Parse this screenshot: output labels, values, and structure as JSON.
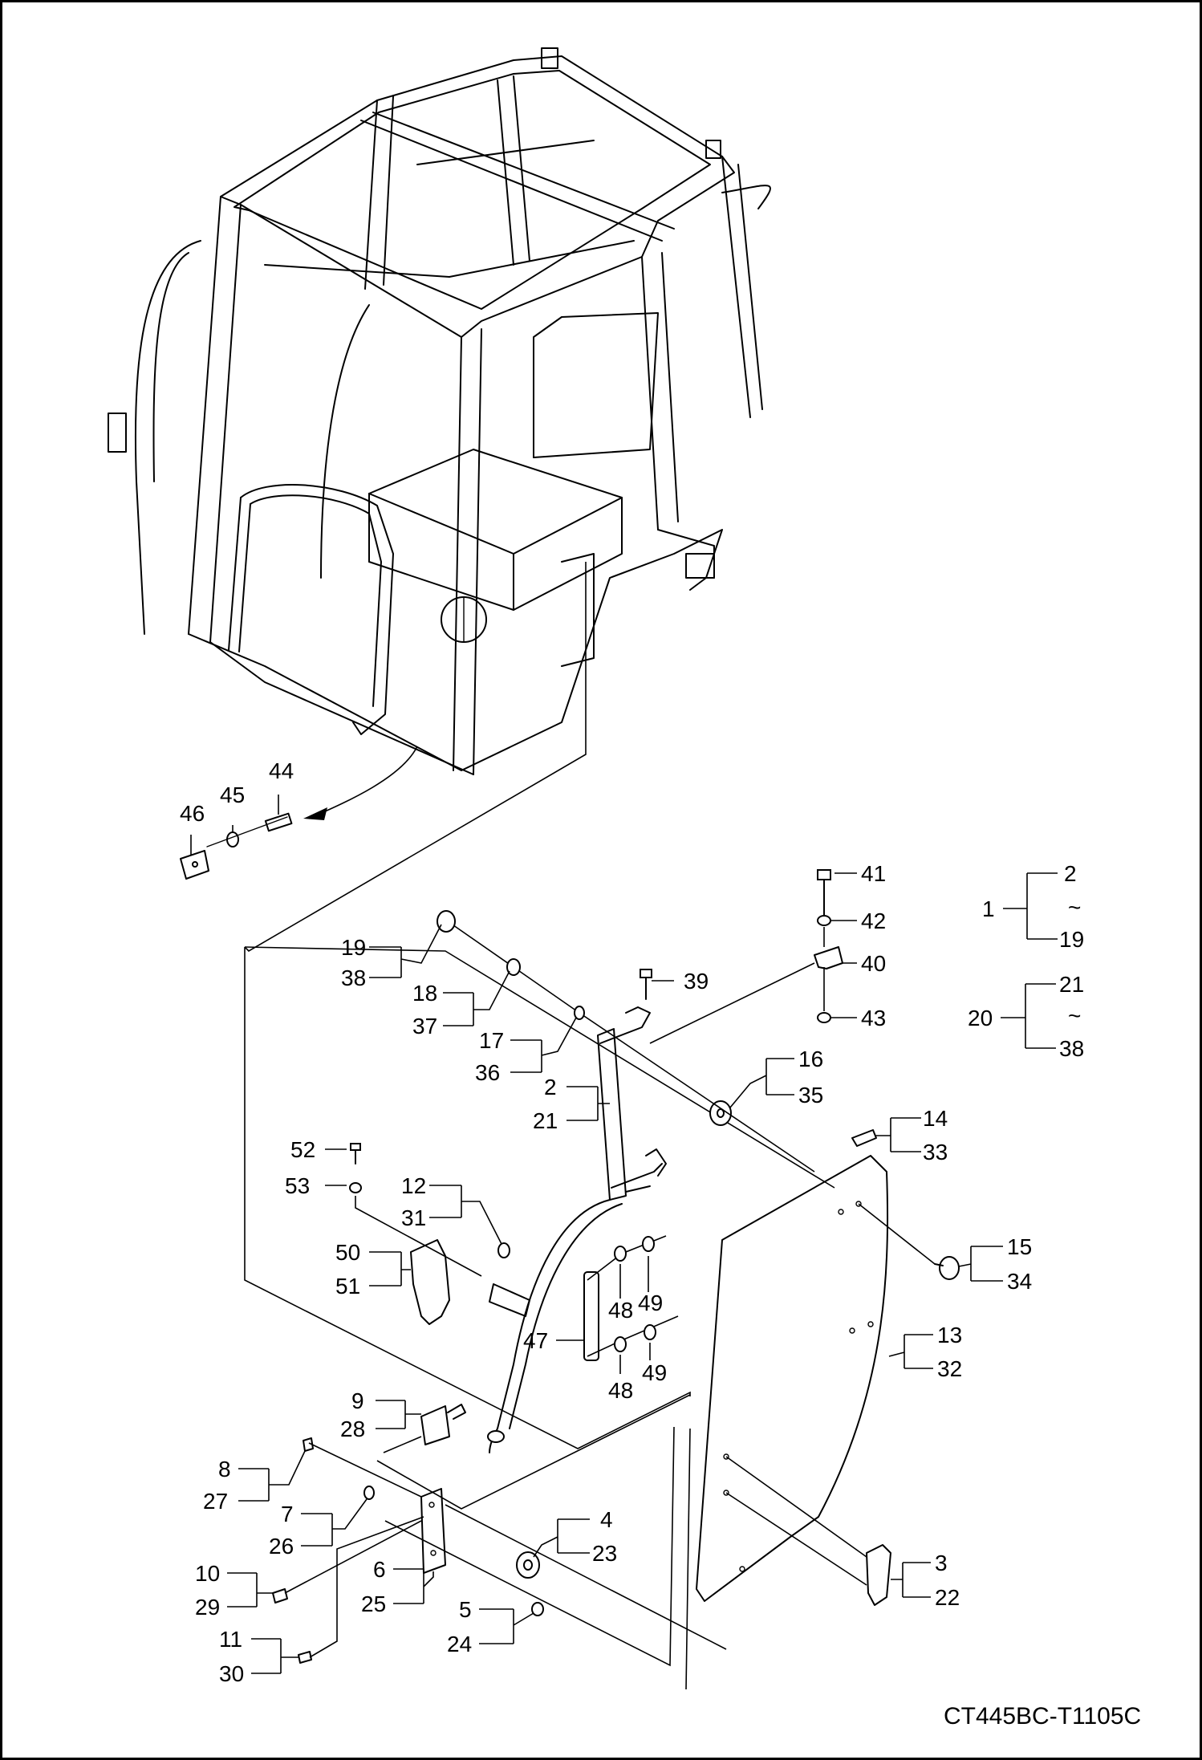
{
  "drawing_code": "CT445BC-T1105C",
  "callouts": {
    "c44": "44",
    "c45": "45",
    "c46": "46",
    "c41": "41",
    "c42": "42",
    "c40": "40",
    "c43": "43",
    "c39": "39",
    "g1_head": "1",
    "g1_top": "2",
    "g1_tilde": "~",
    "g1_bottom": "19",
    "g20_head": "20",
    "g20_top": "21",
    "g20_tilde": "~",
    "g20_bottom": "38",
    "c19": "19",
    "c38": "38",
    "c18": "18",
    "c37": "37",
    "c17": "17",
    "c36": "36",
    "c2": "2",
    "c21": "21",
    "c16": "16",
    "c35": "35",
    "c14": "14",
    "c33": "33",
    "c52": "52",
    "c53": "53",
    "c12": "12",
    "c31": "31",
    "c50": "50",
    "c51": "51",
    "c15": "15",
    "c34": "34",
    "c48a": "48",
    "c49a": "49",
    "c47": "47",
    "c48b": "48",
    "c49b": "49",
    "c13": "13",
    "c32": "32",
    "c9": "9",
    "c28": "28",
    "c8": "8",
    "c27": "27",
    "c7": "7",
    "c26": "26",
    "c4": "4",
    "c23": "23",
    "c10": "10",
    "c29": "29",
    "c6": "6",
    "c25": "25",
    "c3": "3",
    "c22": "22",
    "c5": "5",
    "c24": "24",
    "c11": "11",
    "c30": "30"
  }
}
